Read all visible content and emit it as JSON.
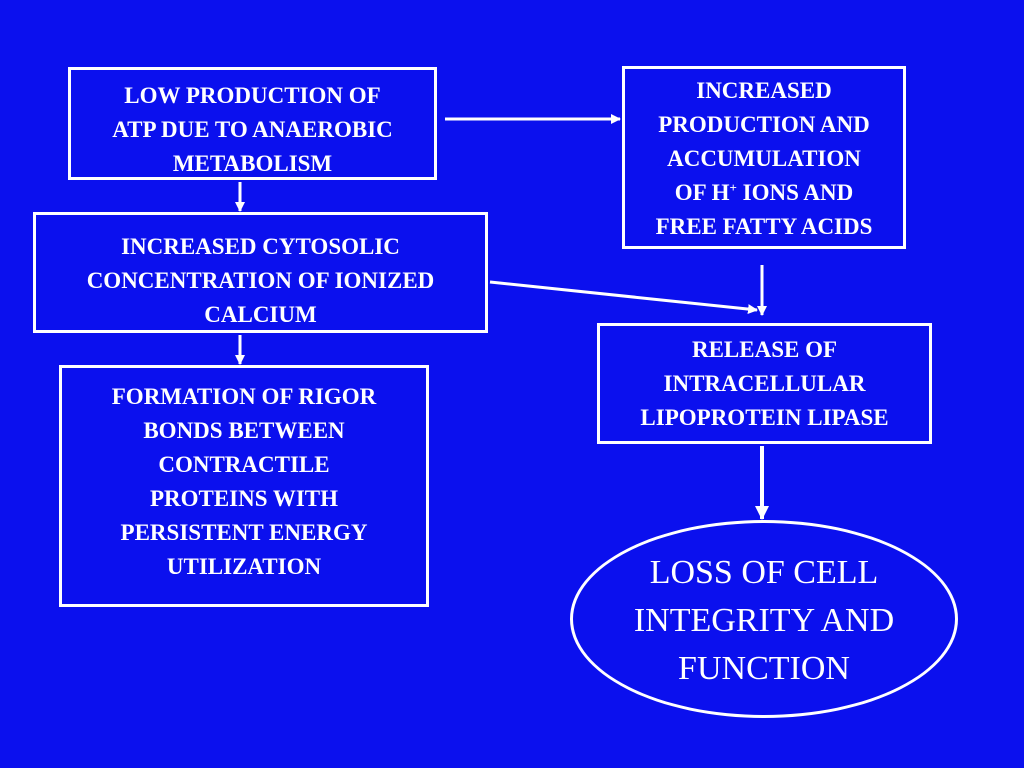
{
  "colors": {
    "background": "#0b10ee",
    "foreground": "#ffffff"
  },
  "nodes": {
    "atp": {
      "lines": [
        "LOW PRODUCTION OF",
        "ATP DUE TO ANAEROBIC",
        "METABOLISM"
      ]
    },
    "h_ions": {
      "line1": "INCREASED",
      "line2": "PRODUCTION AND",
      "line3": "ACCUMULATION",
      "line4_prefix": "OF H",
      "line4_sup": "+",
      "line4_suffix": " IONS AND",
      "line5": "FREE FATTY ACIDS"
    },
    "calcium": {
      "lines": [
        "INCREASED CYTOSOLIC",
        "CONCENTRATION OF IONIZED",
        "CALCIUM"
      ]
    },
    "lipase": {
      "lines": [
        "RELEASE OF",
        "INTRACELLULAR",
        "LIPOPROTEIN LIPASE"
      ]
    },
    "rigor": {
      "lines": [
        "FORMATION OF RIGOR",
        "BONDS BETWEEN",
        "CONTRACTILE",
        "PROTEINS WITH",
        "PERSISTENT ENERGY",
        "UTILIZATION"
      ]
    },
    "outcome": {
      "lines": [
        "LOSS OF CELL",
        "INTEGRITY AND",
        "FUNCTION"
      ]
    }
  },
  "edges": [
    {
      "from": "atp",
      "to": "h_ions"
    },
    {
      "from": "atp",
      "to": "calcium"
    },
    {
      "from": "calcium",
      "to": "rigor"
    },
    {
      "from": "calcium",
      "to": "lipase"
    },
    {
      "from": "h_ions",
      "to": "lipase"
    },
    {
      "from": "lipase",
      "to": "outcome"
    }
  ]
}
